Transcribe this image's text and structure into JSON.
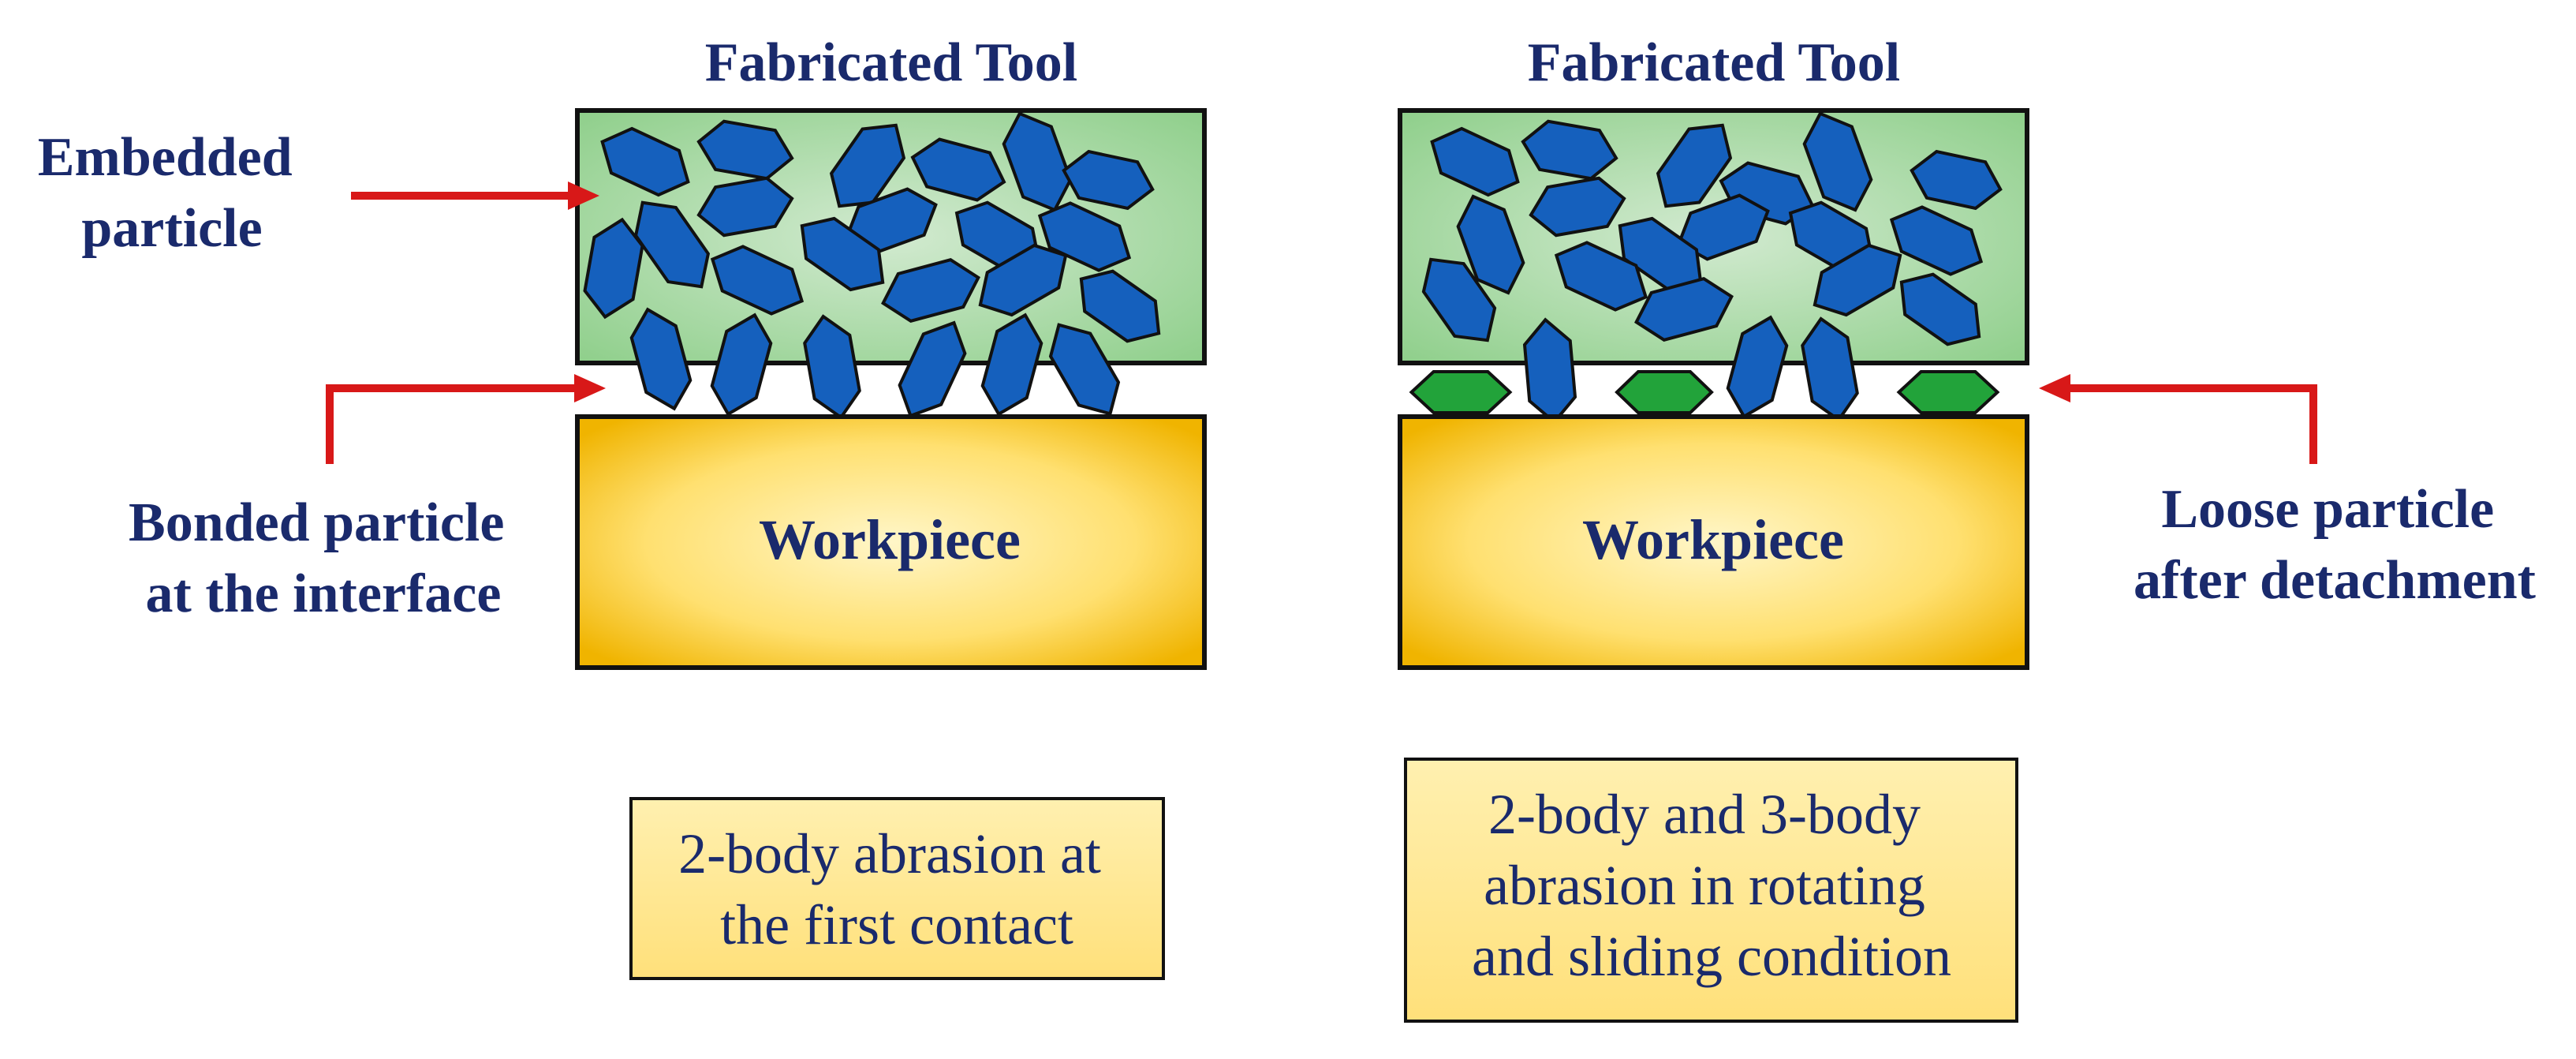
{
  "colors": {
    "text": "#1a2a6c",
    "arrow": "#d81818",
    "embedded_particle": "#1560bd",
    "loose_particle": "#22a33a",
    "tool_fill_center": "#d2ead0",
    "tool_fill_edge": "#8fcf8b",
    "workpiece_center": "#fff6c8",
    "workpiece_edge": "#f0b400",
    "caption_box": "#ffe690",
    "outline": "#111111"
  },
  "left_panel": {
    "tool_title": "Fabricated Tool",
    "workpiece_label": "Workpiece",
    "embedded_label": [
      "Embedded",
      "particle"
    ],
    "bonded_label": [
      "Bonded particle",
      "at the interface"
    ],
    "caption": [
      "2-body abrasion at",
      "the first contact"
    ]
  },
  "right_panel": {
    "tool_title": "Fabricated Tool",
    "workpiece_label": "Workpiece",
    "loose_label": [
      "Loose particle",
      "after detachment"
    ],
    "caption": [
      "2-body and 3-body",
      "abrasion in rotating",
      "and sliding condition"
    ]
  }
}
